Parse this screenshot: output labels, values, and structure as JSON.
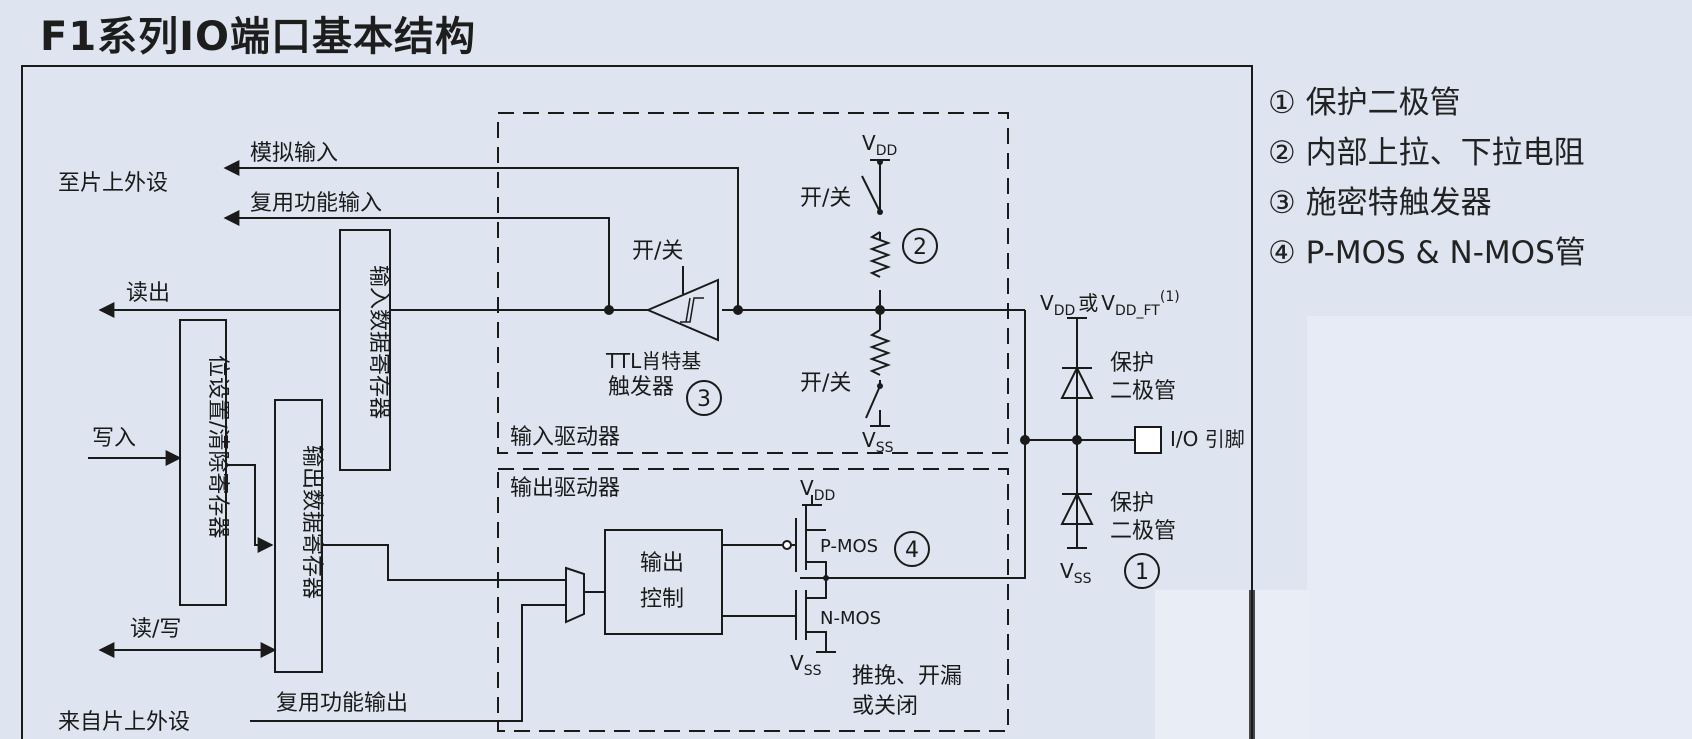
{
  "title": "F1系列IO端口基本结构",
  "legend": [
    "① 保护二极管",
    "② 内部上拉、下拉电阻",
    "③ 施密特触发器",
    "④ P-MOS & N-MOS管"
  ],
  "diagram": {
    "labels": {
      "to_peripheral": "至片上外设",
      "analog_input": "模拟输入",
      "alt_func_input": "复用功能输入",
      "read_out": "读出",
      "write_in": "写入",
      "read_write": "读/写",
      "from_peripheral": "来自片上外设",
      "alt_func_output": "复用功能输出",
      "switch_top": "开/关",
      "switch_mid_top": "开/关",
      "switch_mid_bottom": "开/关",
      "ttl_line1": "TTL肖特基",
      "ttl_line2": "触发器",
      "input_driver": "输入驱动器",
      "output_driver": "输出驱动器",
      "vdd_top": "V",
      "vdd_top_sub": "DD",
      "vss_mid": "V",
      "vss_mid_sub": "SS",
      "vdd_out": "V",
      "vdd_out_sub": "DD",
      "vss_out": "V",
      "vss_out_sub": "SS",
      "vdd_ft_a": "V",
      "vdd_ft_a_sub": "DD",
      "vdd_ft_or": "或",
      "vdd_ft_b": "V",
      "vdd_ft_b_sub": "DD_FT",
      "vdd_ft_note": "(1)",
      "diode_top_1": "保护",
      "diode_top_2": "二极管",
      "diode_bot_1": "保护",
      "diode_bot_2": "二极管",
      "vss_right": "V",
      "vss_right_sub": "SS",
      "io_pin": "I/O 引脚",
      "pmos": "P-MOS",
      "nmos": "N-MOS",
      "output_control_1": "输出",
      "output_control_2": "控制",
      "mode_1": "推挽、开漏",
      "mode_2": "或关闭",
      "input_data_register": "输入数据寄存器",
      "bit_set_clear_register": "位设置/清除寄存器",
      "output_data_register": "输出数据寄存器",
      "mark_1": "1",
      "mark_2": "2",
      "mark_3": "3",
      "mark_4": "4"
    }
  }
}
